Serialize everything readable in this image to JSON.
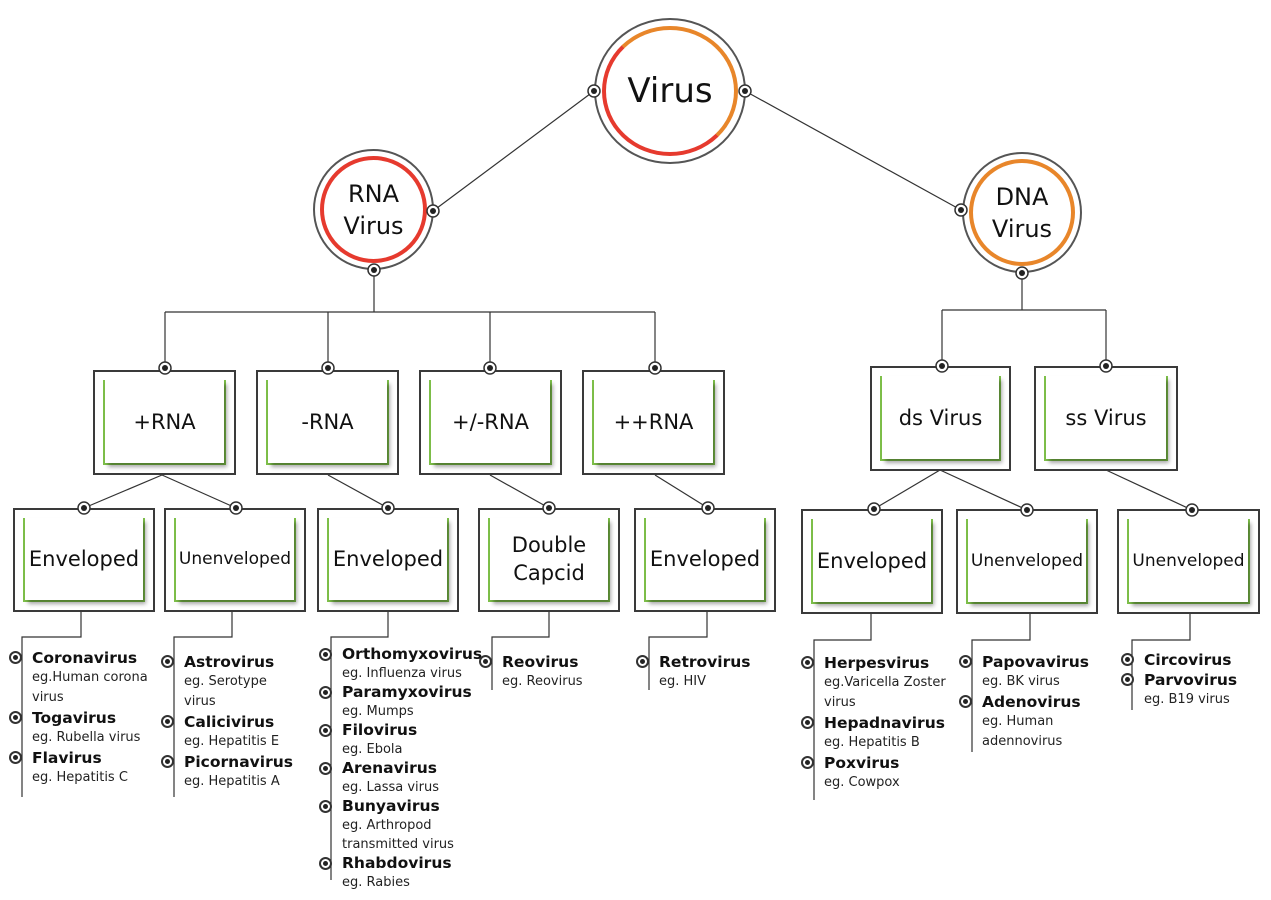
{
  "root": {
    "label": "Virus"
  },
  "rna": {
    "label": "RNA\nVirus"
  },
  "dna": {
    "label": "DNA\nVirus"
  },
  "groups": [
    {
      "label": "+RNA"
    },
    {
      "label": "-RNA"
    },
    {
      "label": "+/-RNA"
    },
    {
      "label": "++RNA"
    },
    {
      "label": "ds Virus"
    },
    {
      "label": "ss Virus"
    }
  ],
  "subgroups": [
    {
      "label": "Enveloped"
    },
    {
      "label": "Unenveloped"
    },
    {
      "label": "Enveloped"
    },
    {
      "label": "Double\nCapcid"
    },
    {
      "label": "Enveloped"
    },
    {
      "label": "Enveloped"
    },
    {
      "label": "Unenveloped"
    },
    {
      "label": "Unenveloped"
    }
  ],
  "lists": [
    [
      {
        "name": "Coronavirus",
        "eg": "eg.Human corona\n  virus"
      },
      {
        "name": "Togavirus",
        "eg": "eg. Rubella virus"
      },
      {
        "name": "Flavirus",
        "eg": "eg. Hepatitis C"
      }
    ],
    [
      {
        "name": "Astrovirus",
        "eg": "eg. Serotype\n  virus"
      },
      {
        "name": "Calicivirus",
        "eg": "eg. Hepatitis E"
      },
      {
        "name": "Picornavirus",
        "eg": "eg. Hepatitis A"
      }
    ],
    [
      {
        "name": "Orthomyxovirus",
        "eg": "eg. Influenza virus"
      },
      {
        "name": "Paramyxovirus",
        "eg": "eg. Mumps"
      },
      {
        "name": "Filovirus",
        "eg": "eg. Ebola"
      },
      {
        "name": "Arenavirus",
        "eg": "eg. Lassa virus"
      },
      {
        "name": "Bunyavirus",
        "eg": "eg. Arthropod\n transmitted virus"
      },
      {
        "name": "Rhabdovirus",
        "eg": "eg. Rabies"
      }
    ],
    [
      {
        "name": "Reovirus",
        "eg": "eg. Reovirus"
      }
    ],
    [
      {
        "name": "Retrovirus",
        "eg": "eg. HIV"
      }
    ],
    [
      {
        "name": "Herpesvirus",
        "eg": "eg.Varicella Zoster\nvirus"
      },
      {
        "name": "Hepadnavirus",
        "eg": "eg. Hepatitis B"
      },
      {
        "name": "Poxvirus",
        "eg": "eg. Cowpox"
      }
    ],
    [
      {
        "name": "Papovavirus",
        "eg": "eg. BK virus"
      },
      {
        "name": "Adenovirus",
        "eg": "eg. Human\nadennovirus"
      }
    ],
    [
      {
        "name": "Circovirus",
        "eg": ""
      },
      {
        "name": "Parvovirus",
        "eg": "eg. B19 virus"
      }
    ]
  ],
  "colors": {
    "rna_ring": "#e63a2e",
    "dna_ring": "#e8862a",
    "box_green": "#7ec04a",
    "line": "#333333"
  }
}
